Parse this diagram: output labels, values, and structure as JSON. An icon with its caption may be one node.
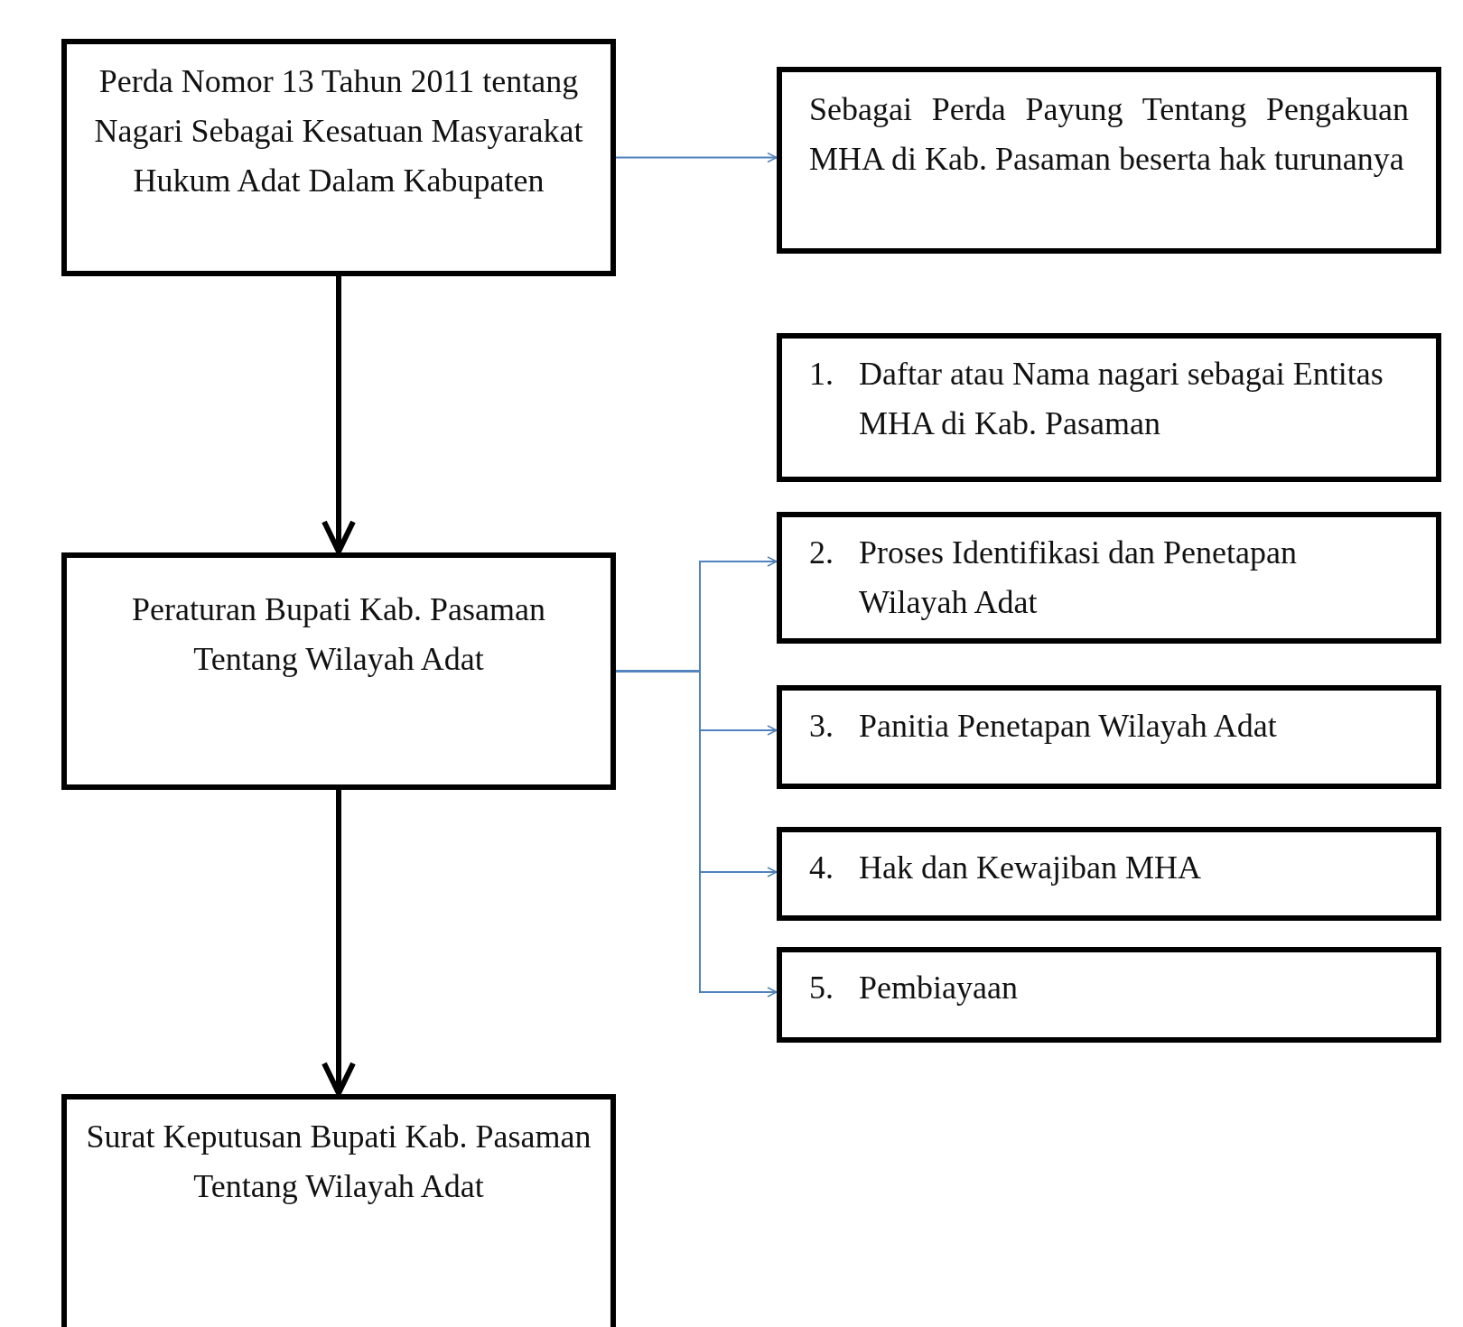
{
  "diagram": {
    "nodes": [
      {
        "text": [
          "Perda Nomor 13 Tahun 2011 tentang Nagari Sebagai Kesatuan Masyarakat Hukum Adat Dalam Kabupaten"
        ]
      },
      {
        "text": [
          "Sebagai Perda Payung Tentang Pengakuan MHA di Kab. Pasaman beserta hak turunanya"
        ]
      },
      {
        "text": [
          "Peraturan Bupati Kab. Pasaman Tentang Wilayah Adat"
        ]
      },
      {
        "text": [
          "Surat Keputusan Bupati Kab. Pasaman Tentang Wilayah Adat"
        ]
      },
      {
        "text": [
          "1.",
          "Daftar atau Nama nagari sebagai Entitas MHA di Kab. Pasaman"
        ]
      },
      {
        "text": [
          "2.",
          "Proses Identifikasi dan Penetapan Wilayah Adat"
        ]
      },
      {
        "text": [
          "3.",
          "Panitia Penetapan Wilayah Adat"
        ]
      },
      {
        "text": [
          "4.",
          "Hak dan Kewajiban MHA"
        ]
      },
      {
        "text": [
          "5.",
          "Pembiayaan"
        ]
      }
    ],
    "edges": [
      {
        "from": 0,
        "to": 1,
        "arrow": "to"
      },
      {
        "from": 0,
        "to": 2,
        "arrow": "to",
        "style": "thick",
        "color": "#000000"
      },
      {
        "from": 2,
        "to": 3,
        "arrow": "to",
        "style": "thick",
        "color": "#000000"
      },
      {
        "from": 2,
        "to": 5,
        "arrow": "to"
      },
      {
        "from": 2,
        "to": 6,
        "arrow": "to"
      },
      {
        "from": 2,
        "to": 7,
        "arrow": "to"
      },
      {
        "from": 2,
        "to": 8,
        "arrow": "to"
      }
    ]
  }
}
